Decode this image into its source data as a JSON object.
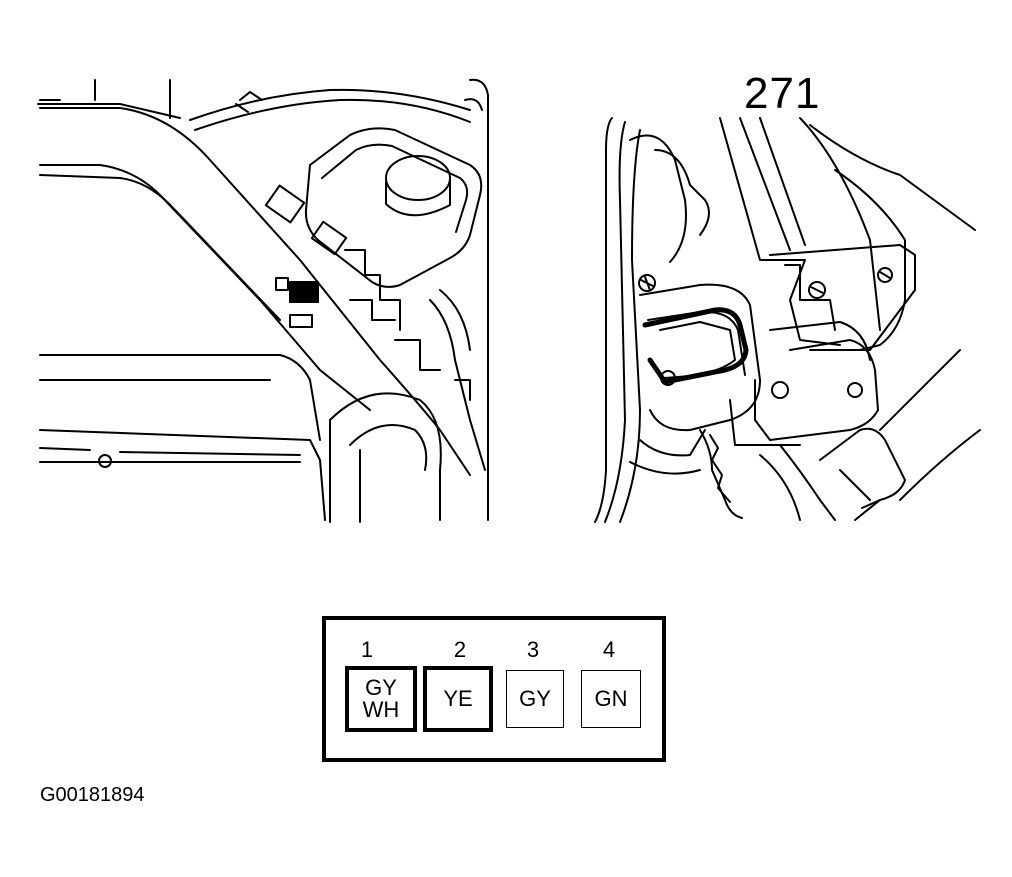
{
  "callout": {
    "number": "271"
  },
  "connector": {
    "pins": [
      {
        "number": "1",
        "colors": [
          "GY",
          "WH"
        ]
      },
      {
        "number": "2",
        "colors": [
          "YE"
        ]
      },
      {
        "number": "3",
        "colors": [
          "GY"
        ]
      },
      {
        "number": "4",
        "colors": [
          "GN"
        ]
      }
    ]
  },
  "figure_id": "G00181894"
}
